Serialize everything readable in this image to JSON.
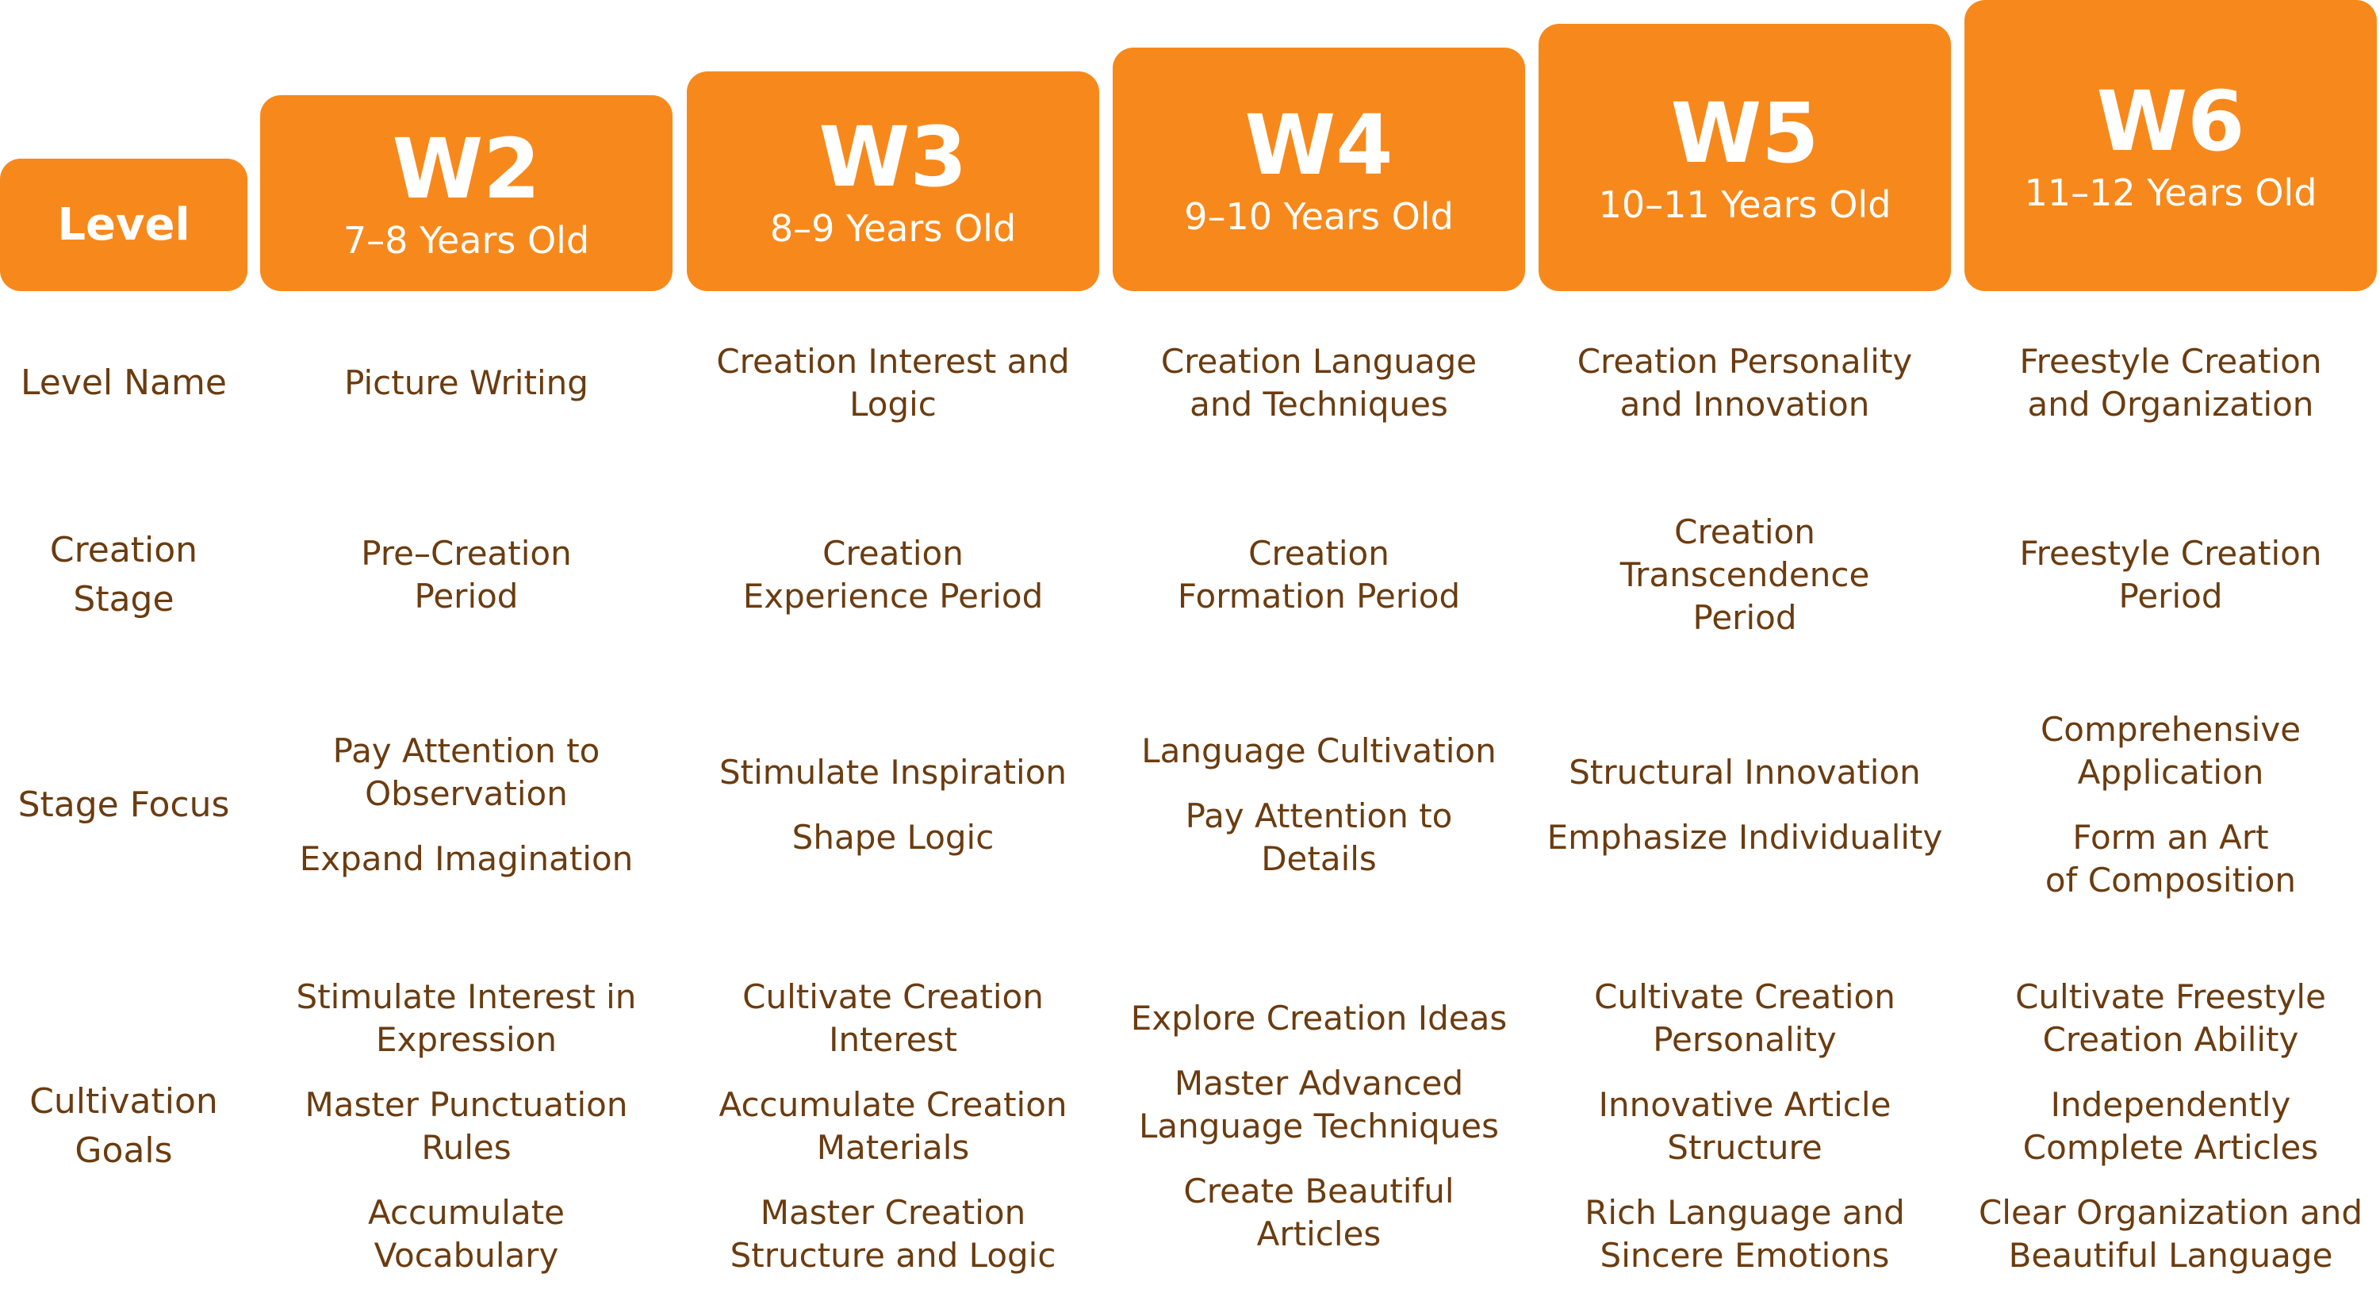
{
  "header": {
    "level_label": "Level",
    "levels": [
      {
        "code": "W2",
        "age": "7–8 Years Old"
      },
      {
        "code": "W3",
        "age": "8–9 Years Old"
      },
      {
        "code": "W4",
        "age": "9–10 Years Old"
      },
      {
        "code": "W5",
        "age": "10–11 Years Old"
      },
      {
        "code": "W6",
        "age": "11–12 Years Old"
      }
    ]
  },
  "rows": {
    "level_name": {
      "label": "Level Name",
      "cells": [
        [
          "Picture Writing"
        ],
        [
          "Creation Interest and\nLogic"
        ],
        [
          "Creation Language\nand Techniques"
        ],
        [
          "Creation Personality\nand Innovation"
        ],
        [
          "Freestyle Creation\nand Organization"
        ]
      ]
    },
    "creation_stage": {
      "label": "Creation\nStage",
      "cells": [
        [
          "Pre–Creation\nPeriod"
        ],
        [
          "Creation\nExperience Period"
        ],
        [
          "Creation\nFormation Period"
        ],
        [
          "Creation\nTranscendence\nPeriod"
        ],
        [
          "Freestyle Creation\nPeriod"
        ]
      ]
    },
    "stage_focus": {
      "label": "Stage Focus",
      "cells": [
        [
          "Pay Attention to\nObservation",
          "Expand Imagination"
        ],
        [
          "Stimulate Inspiration",
          "Shape Logic"
        ],
        [
          "Language Cultivation",
          "Pay Attention to\nDetails"
        ],
        [
          "Structural Innovation",
          "Emphasize Individuality"
        ],
        [
          "Comprehensive\nApplication",
          "Form an Art\nof Composition"
        ]
      ]
    },
    "cultivation_goals": {
      "label": "Cultivation\nGoals",
      "cells": [
        [
          "Stimulate Interest in\nExpression",
          "Master Punctuation\nRules",
          "Accumulate\nVocabulary"
        ],
        [
          "Cultivate Creation\nInterest",
          "Accumulate Creation\nMaterials",
          "Master Creation\nStructure and Logic"
        ],
        [
          "Explore Creation Ideas",
          "Master Advanced\nLanguage Techniques",
          "Create Beautiful\nArticles"
        ],
        [
          "Cultivate Creation\nPersonality",
          "Innovative Article\nStructure",
          "Rich Language and\nSincere Emotions"
        ],
        [
          "Cultivate Freestyle\nCreation Ability",
          "Independently\nComplete Articles",
          "Clear Organization and\nBeautiful Language"
        ]
      ]
    }
  },
  "colors": {
    "accent": "#f7891c",
    "text": "#6b3c10",
    "header_text": "#ffffff"
  }
}
